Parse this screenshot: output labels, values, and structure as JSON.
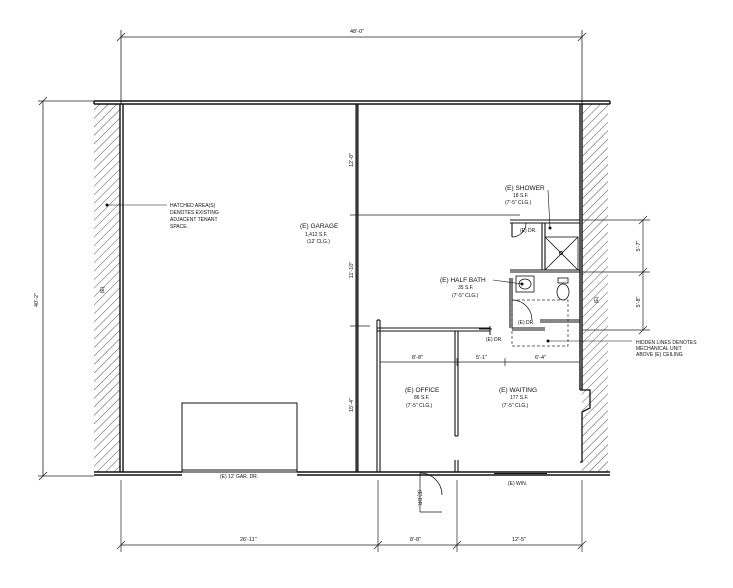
{
  "dimensions": {
    "overall_width": "48'-0\"",
    "overall_depth": "40'-2\"",
    "garage_depth_top": "12'-0\"",
    "garage_depth_mid": "11'-10\"",
    "garage_depth_bottom": "15'-4\"",
    "shower_height": "5'-7\"",
    "bath_height": "5'-8\"",
    "office_width": "8'-8\"",
    "corridor_width": "5'-1\"",
    "waiting_width": "6'-4\"",
    "bottom_left": "26'-11\"",
    "bottom_mid": "8'-8\"",
    "bottom_right": "12'-5\""
  },
  "rooms": {
    "garage": {
      "name": "(E) GARAGE",
      "area": "1,412 S.F.",
      "ceiling": "(12' CLG.)"
    },
    "shower": {
      "name": "(E) SHOWER",
      "area": "18 S.F.",
      "ceiling": "(7'-5\" CLG.)"
    },
    "half_bath": {
      "name": "(E) HALF BATH",
      "area": "35 S.F.",
      "ceiling": "(7'-5\" CLG.)"
    },
    "office": {
      "name": "(E) OFFICE",
      "area": "86 S.F.",
      "ceiling": "(7'-5\" CLG.)"
    },
    "waiting": {
      "name": "(E) WAITING",
      "area": "177 S.F.",
      "ceiling": "(7'-5\" CLG.)"
    }
  },
  "notes": {
    "hatch_note": [
      "HATCHED AREA(S)",
      "DENOTES EXISTING",
      "ADJACENT TENANT",
      "SPACE."
    ],
    "hidden_note": [
      "HIDDEN LINES DENOTES",
      "MECHANICAL UNIT",
      "ABOVE (E) CEILING"
    ]
  },
  "labels": {
    "left_tenant": "(E)",
    "right_tenant": "(E)",
    "garage_door": "(E) 12' GAR. DR.",
    "window": "(E) WIN.",
    "entry_door": "(E) DR.",
    "shower_door": "(E) DR.",
    "bath_door": "(E) DR.",
    "corridor_door": "(E) DR."
  }
}
